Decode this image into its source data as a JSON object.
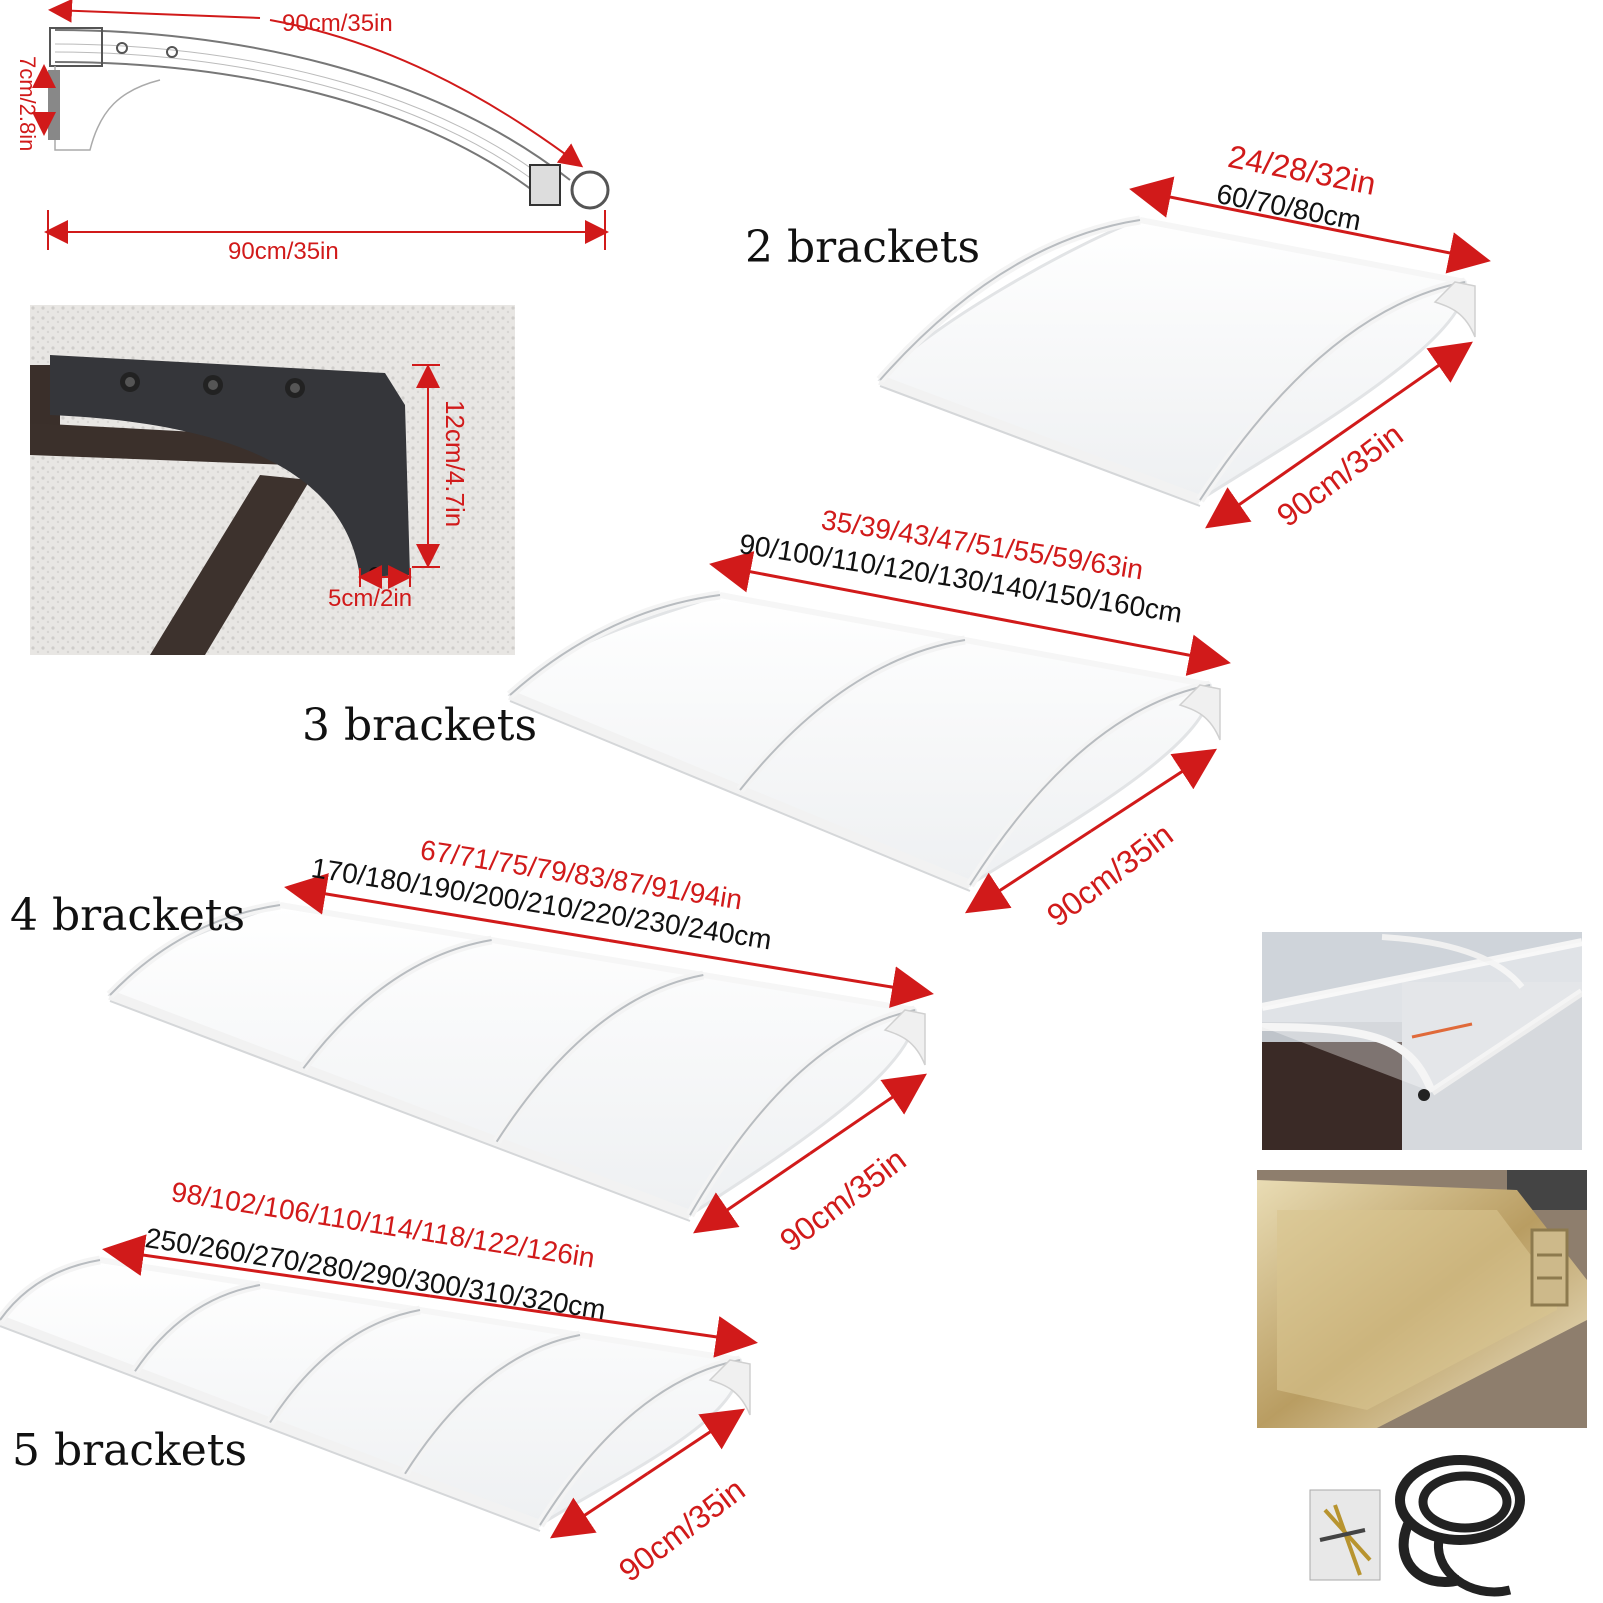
{
  "colors": {
    "dimension_red": "#d11a1a",
    "text_black": "#111111",
    "frame_white": "#f4f4f4",
    "bracket_dark": "#35363a",
    "gold": "#c8b27a"
  },
  "profile_diagram": {
    "top_length": "90cm/35in",
    "bottom_length": "90cm/35in",
    "height": "7cm/2.8in"
  },
  "bracket_photo": {
    "height": "12cm/4.7in",
    "width": "5cm/2in"
  },
  "awnings": [
    {
      "label": "2 brackets",
      "length_in": "24/28/32in",
      "length_cm": "60/70/80cm",
      "depth": "90cm/35in"
    },
    {
      "label": "3 brackets",
      "length_in": "35/39/43/47/51/55/59/63in",
      "length_cm": "90/100/110/120/130/140/150/160cm",
      "depth": "90cm/35in"
    },
    {
      "label": "4 brackets",
      "length_in": "67/71/75/79/83/87/91/94in",
      "length_cm": "170/180/190/200/210/220/230/240cm",
      "depth": "90cm/35in"
    },
    {
      "label": "5 brackets",
      "length_in": "98/102/106/110/114/118/122/126in",
      "length_cm": "250/260/270/280/290/300/310/320cm",
      "depth": "90cm/35in"
    }
  ]
}
